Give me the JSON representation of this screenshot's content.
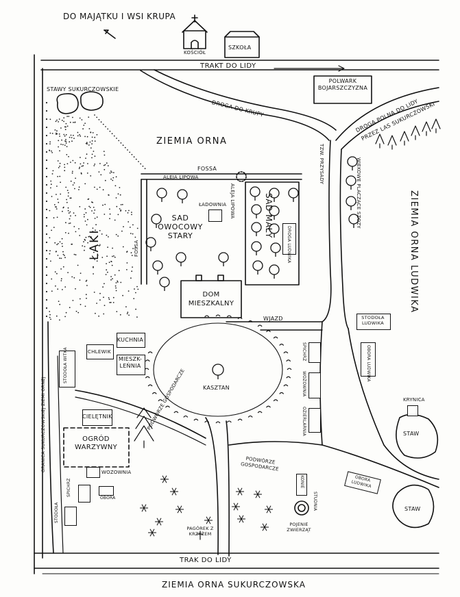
{
  "map": {
    "top_note": "DO MAJĄTKU I WSI KRUPA",
    "buildings_top": {
      "church": "KOŚCIÓŁ",
      "school": "SZKOŁA"
    },
    "roads": {
      "trakt_top": "TRAKT DO LIDY",
      "droga_krupy": "DROGA DO KRUPY",
      "droga_polna_1": "DROGA POLNA DO LIDY",
      "droga_polna_2": "PRZEZ LAS SUKURCZOWSKI",
      "trakt_bottom": "TRAK DO LIDY",
      "bypass": "TZW. PRZYSADY",
      "wjazd": "WJAZD",
      "border_road": "GRANICA SUKURCZOWSKIEJ ZIEMI ORNEJ"
    },
    "areas": {
      "stawy": "STAWY SUKURCZOWSKIE",
      "polwark": "POLWARK BOJARSZCZYZNA",
      "ziemia_orna": "ZIEMIA ORNA",
      "laki": "ŁĄKI",
      "ziemia_ludwika": "ZIEMIA ORNA LUDWIKA",
      "ziemia_bottom": "ZIEMIA ORNA SUKURCZOWSKA",
      "fossa_top": "FOSSA",
      "fossa_side": "FOSSA",
      "aleja_lipowa_top": "ALEJA LIPOWA",
      "aleja_lipowa_side": "ALEJA LIPOWA",
      "sad_stary": "SAD OWOCOWY STARY",
      "sad_maly": "SAD MAŁY",
      "wiekowe": "WIEKOWE PLACZĄCE SZOZY",
      "kasztan": "KASZTAN",
      "ogrod": "OGRÓD WARZYWNY",
      "podworze_left": "PODWÓRZE GOSPODARCZE",
      "podworze_right": "PODWÓRZE GOSPODARCZE",
      "pagorek": "PAGÓREK Z KRZYŻEM",
      "pojenie": "POJENIE ZWIERZĄT",
      "staw1": "STAW",
      "staw2": "STAW",
      "krynica": "KRYNICA"
    },
    "buildings": {
      "ladownia": "ŁADOWNIA",
      "dom": "DOM MIESZKALNY",
      "droga_ludwika": "DROGA LUDWIKA",
      "chlew": "CHLEWIK",
      "kuchnia": "KUCHNIA",
      "mieszk": "MIESZK- LEŃNIA",
      "stodola_witka": "STODOŁA WITKA",
      "cieletnik": "CIELĘTNIK",
      "wozownia_left": "WOZOWNIA",
      "spichrz_left": "SPICHRZ",
      "obora_left": "OBORA",
      "stodola_left": "STODOŁA",
      "spichrz_right": "SPICHRZ",
      "wozownia_right": "WOZOWNIA",
      "cieplarnia": "OZIERLARNIA",
      "stodola_ludwika": "STODOŁA LUDWIKA",
      "obora_ludwika": "OBORA LUDWIKA",
      "obora_ludwika_2": "OBORA LUDWIKA",
      "konie": "KONIE",
      "studnia": "STUDNIA"
    }
  }
}
